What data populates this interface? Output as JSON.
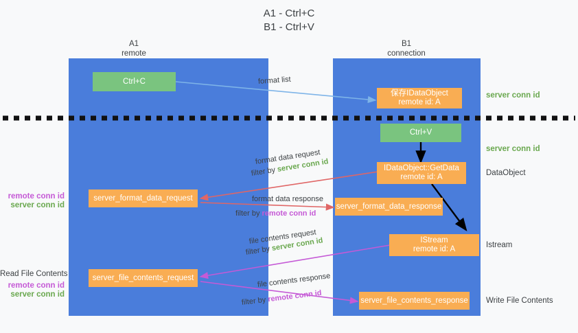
{
  "title": {
    "line1": "A1 - Ctrl+C",
    "line2": "B1 - Ctrl+V"
  },
  "lanes": [
    {
      "id": "a1",
      "name": "A1",
      "sub": "remote"
    },
    {
      "id": "b1",
      "name": "B1",
      "sub": "connection"
    }
  ],
  "nodes": {
    "ctrl_c": {
      "label": "Ctrl+C"
    },
    "save_idata": {
      "line1": "保存IDataObject",
      "line2": "remote id: A"
    },
    "ctrl_v": {
      "label": "Ctrl+V"
    },
    "getdata": {
      "line1": "IDataObject::GetData",
      "line2": "remote id: A"
    },
    "fmt_req": {
      "label": "server_format_data_request"
    },
    "fmt_resp": {
      "label": "server_format_data_response"
    },
    "istream": {
      "line1": "IStream",
      "line2": "remote id: A"
    },
    "file_req": {
      "label": "server_file_contents_request"
    },
    "file_resp": {
      "label": "server_file_contents_response"
    }
  },
  "right_labels": [
    {
      "id": "r1",
      "text": "server conn id",
      "style": "green"
    },
    {
      "id": "r2",
      "text": "server conn id",
      "style": "green"
    },
    {
      "id": "r3",
      "text": "DataObject",
      "style": "plain"
    },
    {
      "id": "r4",
      "text": "Istream",
      "style": "plain"
    },
    {
      "id": "r5",
      "text": "Write File Contents",
      "style": "plain"
    }
  ],
  "left_labels": [
    {
      "id": "l1",
      "text": "remote conn id",
      "style": "purple"
    },
    {
      "id": "l2",
      "text": "server conn id",
      "style": "green"
    },
    {
      "id": "l3",
      "text": "Read File Contents",
      "style": "plain"
    },
    {
      "id": "l4",
      "text": "remote conn id",
      "style": "purple"
    },
    {
      "id": "l5",
      "text": "server conn id",
      "style": "green"
    }
  ],
  "edge_labels": {
    "format_list": "format list",
    "fmt_data_req": "format data request",
    "fmt_data_req_filter_pre": "filter by ",
    "fmt_data_req_filter_key": "server conn id",
    "fmt_data_resp": "format data response",
    "fmt_data_resp_filter_pre": "filter by ",
    "fmt_data_resp_filter_key": "remote conn id",
    "file_req": "file contents request",
    "file_req_filter_pre": "filter by ",
    "file_req_filter_key": "server conn id",
    "file_resp": "file contents response",
    "file_resp_filter_pre": "filter by ",
    "file_resp_filter_key": "remote conn id"
  },
  "colors": {
    "lane": "#4a7ddb",
    "green_node": "#7ac47f",
    "orange_node": "#f9ad53",
    "green_text": "#6aa84f",
    "purple_text": "#c55ad6",
    "blue_arrow": "#7eb4e8",
    "red_arrow": "#e06666",
    "magenta_arrow": "#c55ad6",
    "black_arrow": "#000000",
    "background": "#f8f9fa"
  }
}
